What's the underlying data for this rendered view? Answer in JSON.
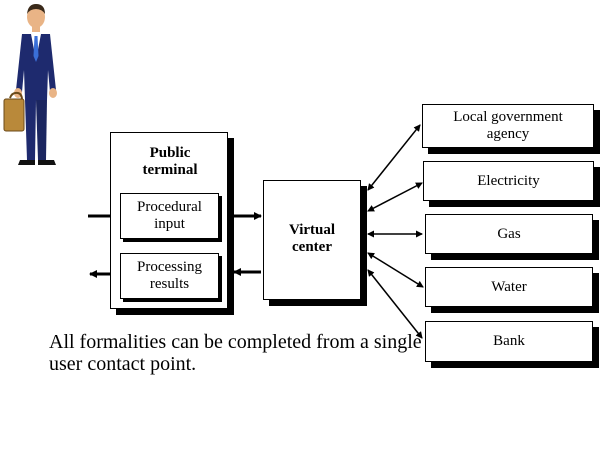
{
  "terminal": {
    "title": "Public terminal",
    "input_label": "Procedural input",
    "output_label": "Processing results"
  },
  "center": {
    "label": "Virtual center"
  },
  "services": [
    {
      "label": "Local government agency"
    },
    {
      "label": "Electricity"
    },
    {
      "label": "Gas"
    },
    {
      "label": "Water"
    },
    {
      "label": "Bank"
    }
  ],
  "caption": "All formalities can be completed from a single user contact point.",
  "colors": {
    "suit": "#1e2a6e",
    "tie": "#3a6fd8",
    "briefcase": "#b9893a",
    "skin": "#e9b486"
  },
  "icons": {
    "person": "businessman-with-briefcase-icon"
  }
}
